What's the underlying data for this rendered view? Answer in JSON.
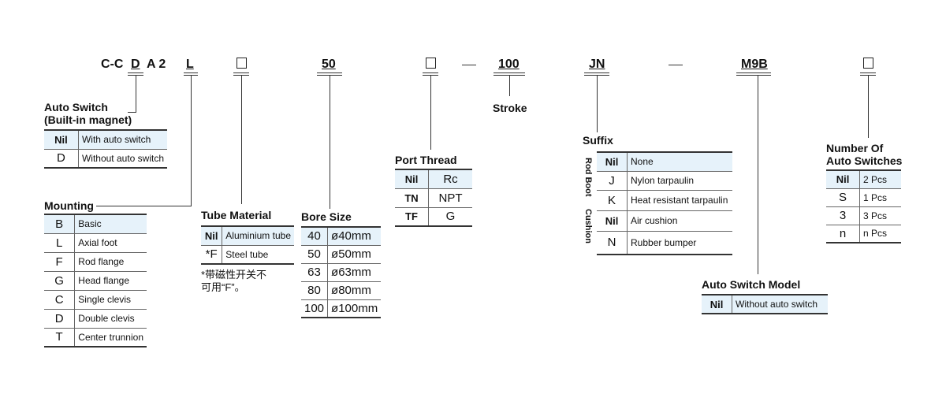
{
  "code": {
    "prefix": "C-C",
    "auto_switch_letter": "D",
    "series": "A 2",
    "mounting_letter": "L",
    "box_glyph": "□",
    "bore": "50",
    "stroke": "100",
    "suffix": "JN",
    "switch_model": "M9B"
  },
  "stroke_label": "Stroke",
  "auto_switch": {
    "title": "Auto Switch\n(Built-in magnet)",
    "rows": [
      {
        "key": "Nil",
        "value": "With auto switch"
      },
      {
        "key": "D",
        "value": "Without auto switch"
      }
    ]
  },
  "mounting": {
    "title": "Mounting",
    "rows": [
      {
        "key": "B",
        "value": "Basic"
      },
      {
        "key": "L",
        "value": "Axial foot"
      },
      {
        "key": "F",
        "value": "Rod flange"
      },
      {
        "key": "G",
        "value": "Head flange"
      },
      {
        "key": "C",
        "value": "Single clevis"
      },
      {
        "key": "D",
        "value": "Double clevis"
      },
      {
        "key": "T",
        "value": "Center trunnion"
      }
    ]
  },
  "tube_material": {
    "title": "Tube Material",
    "rows": [
      {
        "key": "Nil",
        "value": "Aluminium tube"
      },
      {
        "key": "*F",
        "value": "Steel tube"
      }
    ],
    "note": "*带磁性开关不\n可用“F”。"
  },
  "bore_size": {
    "title": "Bore Size",
    "rows": [
      {
        "key": "40",
        "value": "ø40mm"
      },
      {
        "key": "50",
        "value": "ø50mm"
      },
      {
        "key": "63",
        "value": "ø63mm"
      },
      {
        "key": "80",
        "value": "ø80mm"
      },
      {
        "key": "100",
        "value": "ø100mm"
      }
    ]
  },
  "port_thread": {
    "title": "Port Thread",
    "rows": [
      {
        "key": "Nil",
        "value": "Rc"
      },
      {
        "key": "TN",
        "value": "NPT"
      },
      {
        "key": "TF",
        "value": "G"
      }
    ]
  },
  "suffix_table": {
    "title": "Suffix",
    "group_rod_boot": "Rod Boot",
    "group_cushion": "Cushion",
    "rows": [
      {
        "key": "Nil",
        "value": "None"
      },
      {
        "key": "J",
        "value": "Nylon tarpaulin"
      },
      {
        "key": "K",
        "value": "Heat resistant tarpaulin"
      },
      {
        "key": "Nil",
        "value": "Air cushion"
      },
      {
        "key": "N",
        "value": "Rubber bumper"
      }
    ]
  },
  "switch_model_table": {
    "title": "Auto Switch Model",
    "rows": [
      {
        "key": "Nil",
        "value": "Without auto switch"
      }
    ]
  },
  "num_switches": {
    "title": "Number Of\nAuto Switches",
    "rows": [
      {
        "key": "Nil",
        "value": "2 Pcs"
      },
      {
        "key": "S",
        "value": "1 Pcs"
      },
      {
        "key": "3",
        "value": "3 Pcs"
      },
      {
        "key": "n",
        "value": "n Pcs"
      }
    ]
  },
  "colors": {
    "highlight_row": "#e6f2fa",
    "line": "#333333"
  }
}
